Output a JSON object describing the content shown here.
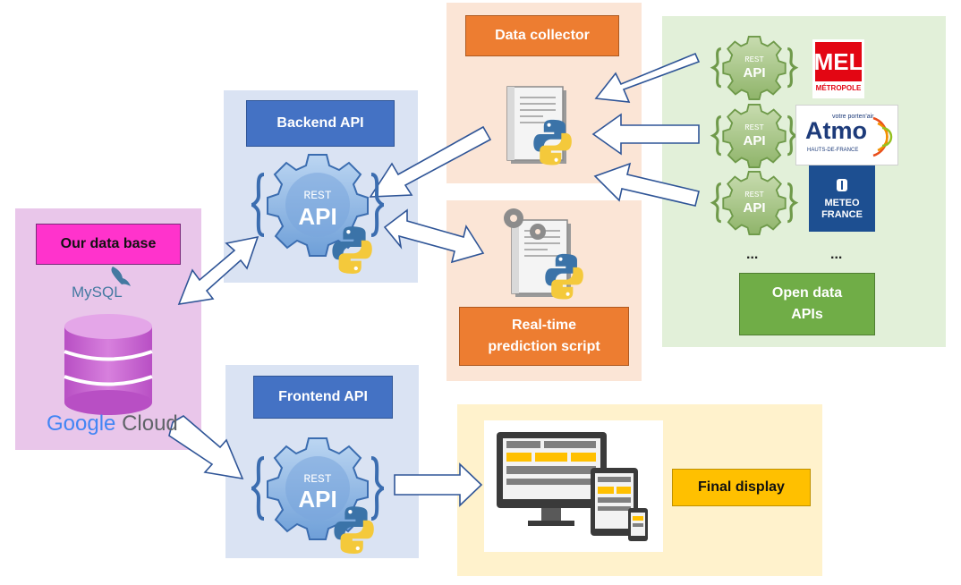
{
  "database": {
    "label": "Our data base",
    "mysql_logo_text": "MySQL",
    "google_word": "Google",
    "cloud_word": "Cloud"
  },
  "backend": {
    "label": "Backend API",
    "rest_text": "REST",
    "api_text": "API"
  },
  "frontend": {
    "label": "Frontend API",
    "rest_text": "REST",
    "api_text": "API"
  },
  "collector": {
    "label": "Data collector"
  },
  "prediction": {
    "label_line1": "Real-time",
    "label_line2": "prediction script"
  },
  "open_data": {
    "label_line1": "Open data",
    "label_line2": "APIs",
    "rest_text": "REST",
    "api_text": "API",
    "ellipsis_left": "...",
    "ellipsis_right": "...",
    "providers": [
      {
        "name": "MEL",
        "sub": "MÉTROPOLE"
      },
      {
        "name": "Atmo",
        "tagline": "votre porten'air",
        "sub": "HAUTS-DE-FRANCE"
      },
      {
        "name_line1": "METEO",
        "name_line2": "FRANCE"
      }
    ]
  },
  "display": {
    "label": "Final display"
  },
  "colors": {
    "db_panel": "#e9c6ea",
    "api_panel": "#dae3f3",
    "collector_panel": "#fbe5d6",
    "opendata_panel": "#e2f0d9",
    "display_panel": "#fff2cc",
    "db_label": "#ff33cc",
    "api_label": "#4472c4",
    "collector_label": "#ed7d31",
    "opendata_label": "#70ad47",
    "display_label": "#ffc000",
    "arrow_border": "#2f5597"
  }
}
